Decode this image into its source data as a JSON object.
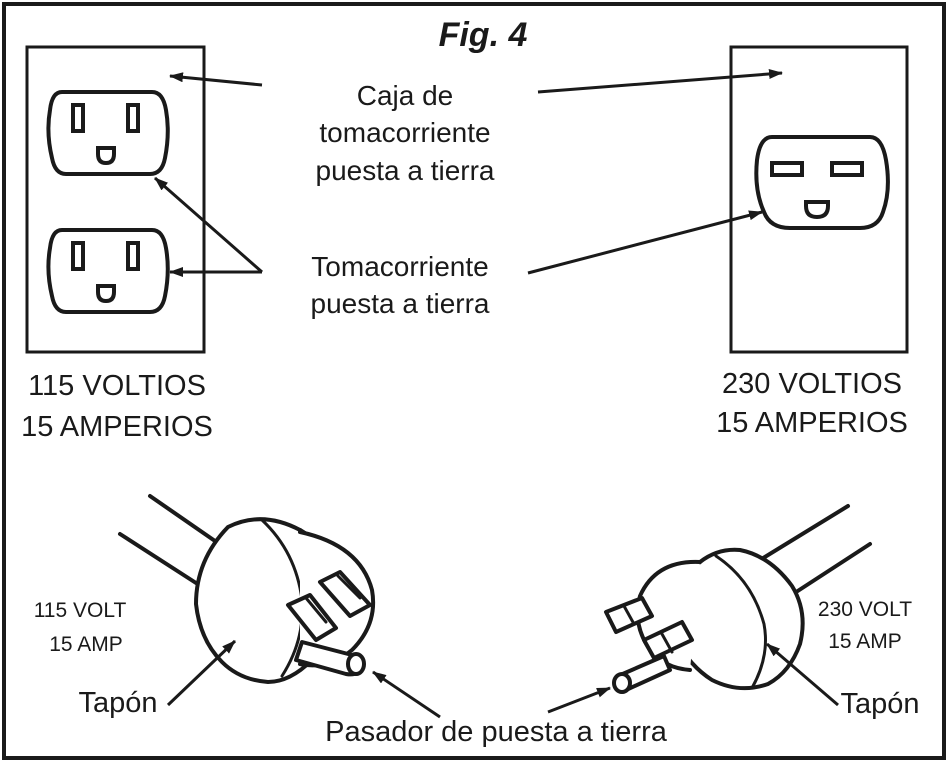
{
  "figure": {
    "title": "Fig. 4",
    "label_box_line1": "Caja de",
    "label_box_line2": "tomacorriente",
    "label_box_line3": "puesta a tierra",
    "label_outlet_line1": "Tomacorriente",
    "label_outlet_line2": "puesta a tierra",
    "left_rating_line1": "115 VOLTIOS",
    "left_rating_line2": "15 AMPERIOS",
    "right_rating_line1": "230 VOLTIOS",
    "right_rating_line2": "15 AMPERIOS",
    "left_plug_rating_line1": "115 VOLT",
    "left_plug_rating_line2": "15 AMP",
    "right_plug_rating_line1": "230 VOLT",
    "right_plug_rating_line2": "15 AMP",
    "left_plug_label": "Tapón",
    "right_plug_label": "Tapón",
    "ground_pin_label": "Pasador de puesta a tierra"
  },
  "colors": {
    "line": "#1a1a1a",
    "background": "#ffffff"
  }
}
